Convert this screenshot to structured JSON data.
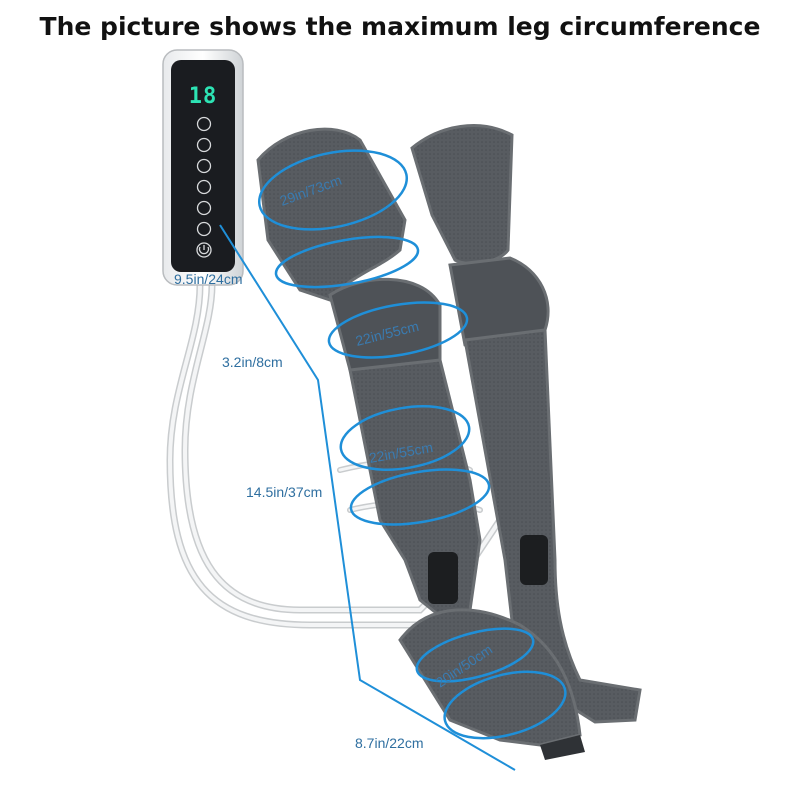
{
  "heading": "The picture shows the maximum leg circumference",
  "controller": {
    "display_digits": "18",
    "buttons": [
      "mode-icon",
      "intensity-icon",
      "heat-icon",
      "leg-icon",
      "timer-icon",
      "foot-icon",
      "power-icon"
    ]
  },
  "measurements": {
    "thigh_circumference": "29in/73cm",
    "knee_circumference": "22in/55cm",
    "calf_circumference": "22in/55cm",
    "foot_circumference": "20in/50cm",
    "thigh_length": "9.5in/24cm",
    "knee_length": "3.2in/8cm",
    "calf_length": "14.5in/37cm",
    "foot_length": "8.7in/22cm"
  },
  "colors": {
    "sleeve": "#55595e",
    "sleeve_dark": "#3f4347",
    "measure_line": "#1f8fd8",
    "display": "#2de3b4",
    "controller_body": "#1a1c20"
  }
}
